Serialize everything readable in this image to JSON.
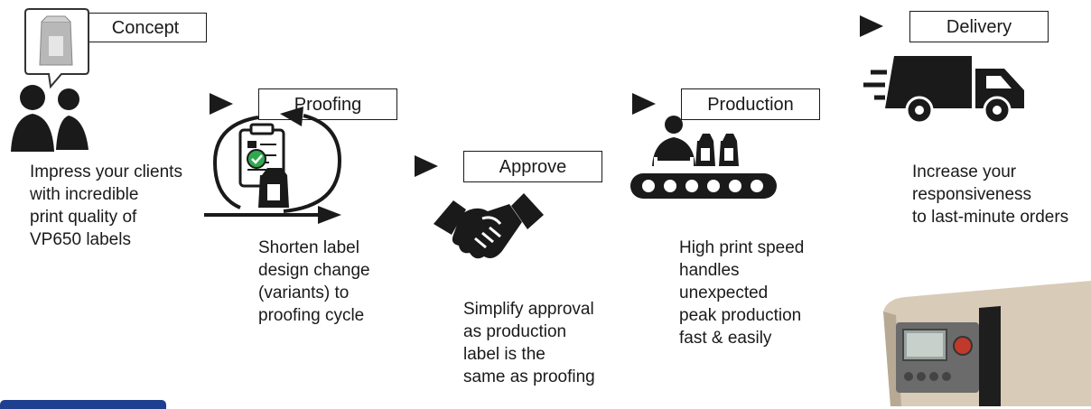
{
  "stages": [
    {
      "label": "Concept",
      "description": "Impress your clients\nwith incredible\nprint quality of\nVP650 labels",
      "icon": "clients-concept-icon"
    },
    {
      "label": "Proofing",
      "description": "Shorten label\ndesign change\n(variants) to\nproofing cycle",
      "icon": "proofing-cycle-icon"
    },
    {
      "label": "Approve",
      "description": "Simplify approval\nas production\nlabel is the\nsame as proofing",
      "icon": "handshake-icon"
    },
    {
      "label": "Production",
      "description": "High print speed\nhandles\nunexpected\npeak production\nfast & easily",
      "icon": "conveyor-worker-icon"
    },
    {
      "label": "Delivery",
      "description": "Increase your\nresponsiveness\nto last-minute orders",
      "icon": "delivery-truck-icon"
    }
  ],
  "colors": {
    "ink": "#1a1a1a",
    "check": "#2fa84f",
    "accent_bar": "#1f3f8f",
    "printer_body": "#d8cbb8"
  }
}
